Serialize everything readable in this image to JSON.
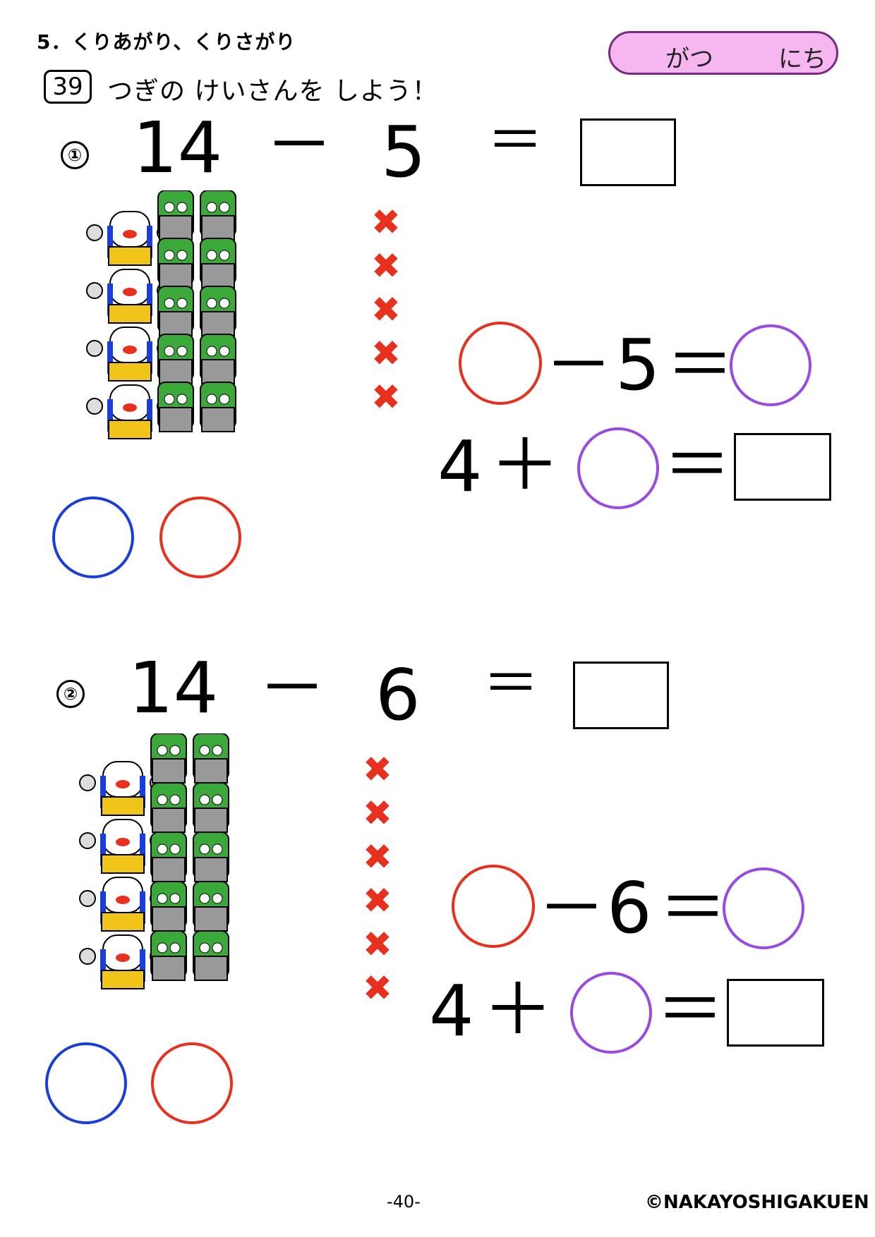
{
  "header": {
    "chapter": "5．くりあがり、くりさがり",
    "date_month": "がつ",
    "date_day": "にち",
    "number": "39",
    "instruction": "つぎの けいさんを しよう！"
  },
  "problems": [
    {
      "label": "①",
      "minuend": "14",
      "minus": "－",
      "subtrahend": "5",
      "equals": "＝",
      "step1_minus": "－",
      "step1_subtrahend": "5",
      "step1_equals": "＝",
      "step2_addend": "4",
      "step2_plus": "＋",
      "step2_equals": "＝",
      "cross_count": 5,
      "figure_counts": {
        "teachers": 4,
        "frogs": 10
      }
    },
    {
      "label": "②",
      "minuend": "14",
      "minus": "－",
      "subtrahend": "6",
      "equals": "＝",
      "step1_minus": "－",
      "step1_subtrahend": "6",
      "step1_equals": "＝",
      "step2_addend": "4",
      "step2_plus": "＋",
      "step2_equals": "＝",
      "cross_count": 6,
      "figure_counts": {
        "teachers": 4,
        "frogs": 10
      }
    }
  ],
  "footer": {
    "page": "-40-",
    "copyright": "©NAKAYOSHIGAKUEN"
  },
  "colors": {
    "red": "#e8301e",
    "blue": "#1a3fd8",
    "purple": "#9a4ae0",
    "pill": "#f6b7f1"
  }
}
